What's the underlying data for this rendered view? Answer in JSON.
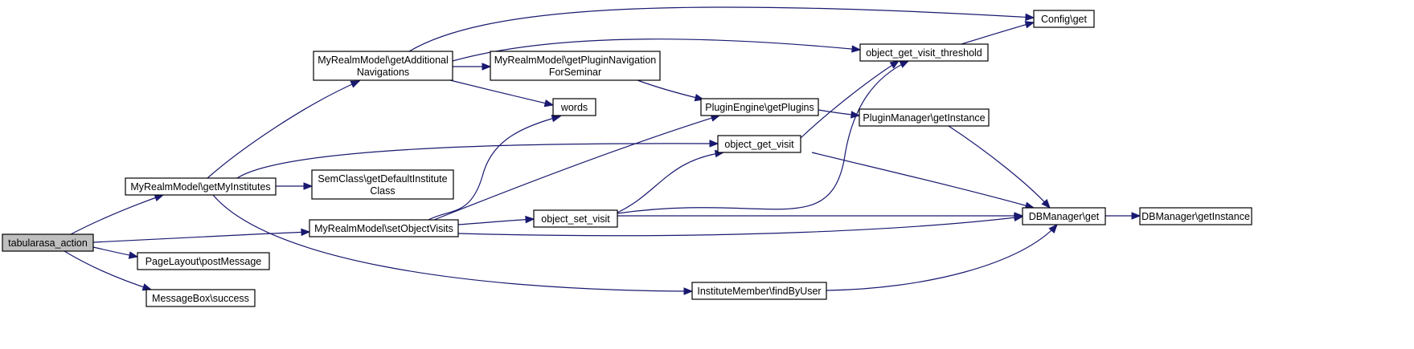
{
  "graph": {
    "colors": {
      "edge": "#191970",
      "root_fill": "#bfbfbf",
      "node_fill": "#ffffff",
      "border": "#000000"
    },
    "nodes": [
      {
        "id": "tabularasa_action",
        "lines": [
          "tabularasa_action"
        ],
        "root": true
      },
      {
        "id": "getMyInstitutes",
        "lines": [
          "MyRealmModel\\getMyInstitutes"
        ]
      },
      {
        "id": "postMessage",
        "lines": [
          "PageLayout\\postMessage"
        ]
      },
      {
        "id": "success",
        "lines": [
          "MessageBox\\success"
        ]
      },
      {
        "id": "setObjectVisits",
        "lines": [
          "MyRealmModel\\setObjectVisits"
        ]
      },
      {
        "id": "getAdditionalNavigations",
        "lines": [
          "MyRealmModel\\getAdditional",
          "Navigations"
        ]
      },
      {
        "id": "getDefaultInstituteClass",
        "lines": [
          "SemClass\\getDefaultInstitute",
          "Class"
        ]
      },
      {
        "id": "findByUser",
        "lines": [
          "InstituteMember\\findByUser"
        ]
      },
      {
        "id": "getPluginNavigationForSeminar",
        "lines": [
          "MyRealmModel\\getPluginNavigation",
          "ForSeminar"
        ]
      },
      {
        "id": "words",
        "lines": [
          "words"
        ]
      },
      {
        "id": "getPlugins",
        "lines": [
          "PluginEngine\\getPlugins"
        ]
      },
      {
        "id": "object_get_visit",
        "lines": [
          "object_get_visit"
        ]
      },
      {
        "id": "object_set_visit",
        "lines": [
          "object_set_visit"
        ]
      },
      {
        "id": "object_get_visit_threshold",
        "lines": [
          "object_get_visit_threshold"
        ]
      },
      {
        "id": "config_get",
        "lines": [
          "Config\\get"
        ]
      },
      {
        "id": "pm_getInstance",
        "lines": [
          "PluginManager\\getInstance"
        ]
      },
      {
        "id": "db_get",
        "lines": [
          "DBManager\\get"
        ]
      },
      {
        "id": "db_getInstance",
        "lines": [
          "DBManager\\getInstance"
        ]
      }
    ],
    "edges": [
      {
        "from": "tabularasa_action",
        "to": "getMyInstitutes"
      },
      {
        "from": "tabularasa_action",
        "to": "setObjectVisits"
      },
      {
        "from": "tabularasa_action",
        "to": "postMessage"
      },
      {
        "from": "tabularasa_action",
        "to": "success"
      },
      {
        "from": "getMyInstitutes",
        "to": "getAdditionalNavigations"
      },
      {
        "from": "getMyInstitutes",
        "to": "getDefaultInstituteClass"
      },
      {
        "from": "getMyInstitutes",
        "to": "object_get_visit"
      },
      {
        "from": "getMyInstitutes",
        "to": "findByUser"
      },
      {
        "from": "getAdditionalNavigations",
        "to": "config_get"
      },
      {
        "from": "getAdditionalNavigations",
        "to": "object_get_visit_threshold"
      },
      {
        "from": "getAdditionalNavigations",
        "to": "getPluginNavigationForSeminar"
      },
      {
        "from": "getAdditionalNavigations",
        "to": "words"
      },
      {
        "from": "getPluginNavigationForSeminar",
        "to": "getPlugins"
      },
      {
        "from": "setObjectVisits",
        "to": "words"
      },
      {
        "from": "setObjectVisits",
        "to": "getPlugins"
      },
      {
        "from": "setObjectVisits",
        "to": "object_set_visit"
      },
      {
        "from": "setObjectVisits",
        "to": "db_get"
      },
      {
        "from": "getPlugins",
        "to": "pm_getInstance"
      },
      {
        "from": "object_get_visit",
        "to": "object_get_visit_threshold"
      },
      {
        "from": "object_get_visit",
        "to": "db_get"
      },
      {
        "from": "object_set_visit",
        "to": "object_get_visit"
      },
      {
        "from": "object_set_visit",
        "to": "object_get_visit_threshold"
      },
      {
        "from": "object_set_visit",
        "to": "db_get"
      },
      {
        "from": "object_get_visit_threshold",
        "to": "config_get"
      },
      {
        "from": "pm_getInstance",
        "to": "db_get"
      },
      {
        "from": "db_get",
        "to": "db_getInstance"
      },
      {
        "from": "findByUser",
        "to": "db_get"
      }
    ]
  }
}
